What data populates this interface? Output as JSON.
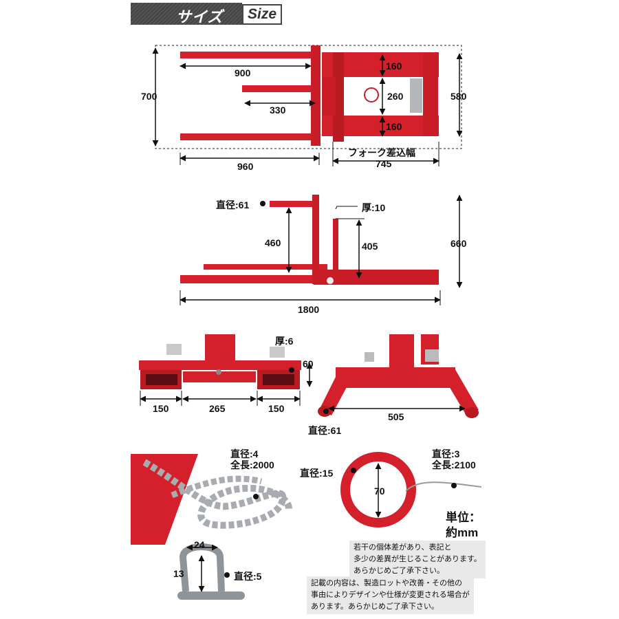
{
  "header": {
    "title_jp": "サイズ",
    "title_en": "Size"
  },
  "top_view": {
    "d700": "700",
    "d900": "900",
    "d330": "330",
    "d960": "960",
    "d160a": "160",
    "d260": "260",
    "d160b": "160",
    "d580": "580",
    "fork_label": "フォーク差込幅",
    "d745": "745"
  },
  "side_view": {
    "diam": "直径:61",
    "thick": "厚:10",
    "d460": "460",
    "d405": "405",
    "d660": "660",
    "d1800": "1800"
  },
  "front_view": {
    "thick": "厚:6",
    "d60": "60",
    "d150a": "150",
    "d265": "265",
    "d150b": "150"
  },
  "rear_view": {
    "d505": "505",
    "diam": "直径:61"
  },
  "chain": {
    "diam": "直径:4",
    "length": "全長:2000"
  },
  "ring": {
    "diam_ring": "直径:15",
    "d70": "70",
    "wire_diam": "直径:3",
    "wire_length": "全長:2100"
  },
  "shackle": {
    "d24": "24",
    "d13": "13",
    "diam": "直径:5"
  },
  "unit": {
    "line1": "単位：",
    "line2": "約mm"
  },
  "notes": {
    "note1": [
      "若干の個体差があり、表記と",
      "多少の差異が生じることがあります。",
      "あらかじめご了承下さい。"
    ],
    "note2": [
      "記載の内容は、製造ロットや改善・その他の",
      "事由によりデザインや仕様が変更される場合が",
      "あります。あらかじめご了承下さい。"
    ]
  },
  "colors": {
    "frame_red": "#d4202a",
    "dim_line": "#111111",
    "chain_gray": "#a8acb0",
    "note_bg": "#e9e9e9"
  }
}
